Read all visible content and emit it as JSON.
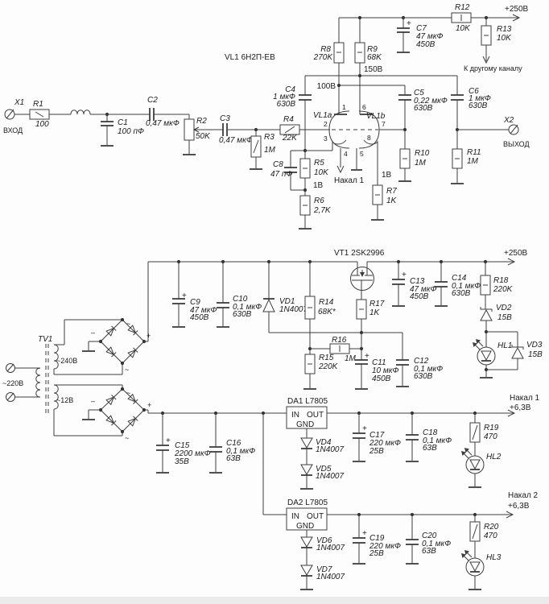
{
  "io": {
    "x1": "X1",
    "x1_caption": "ВХОД",
    "x2": "X2",
    "x2_caption": "ВЫХОД"
  },
  "tube": {
    "name": "VL1 6Н2П-ЕВ",
    "a": "VL1a",
    "b": "VL1b",
    "p1": "1",
    "p2": "2",
    "p3": "3",
    "p4": "4",
    "p5": "5",
    "p6": "6",
    "p7": "7",
    "p8": "8"
  },
  "power": {
    "plus250_top": "+250В",
    "plus250_mid": "+250В",
    "to_other_channel": "К другому каналу",
    "v100": "100В",
    "v150": "150В",
    "v1_left": "1В",
    "v1_right": "1В",
    "heater1_arrow": "Накал 1",
    "heater1": "Накал 1",
    "heater1_v": "+6,3В",
    "heater2": "Накал 2",
    "heater2_v": "+6,3В"
  },
  "transformer": {
    "name": "TV1",
    "primary": "~220В",
    "secondary1": "~240В",
    "secondary2": "~12В"
  },
  "marks": {
    "plus": "+",
    "minus": "–",
    "ac": "~"
  },
  "fet": {
    "name": "VT1 2SK2996"
  },
  "regulators": {
    "da1": {
      "name": "DA1 L7805",
      "pin_in": "IN",
      "pin_out": "OUT",
      "pin_gnd": "GND"
    },
    "da2": {
      "name": "DA2 L7805",
      "pin_in": "IN",
      "pin_out": "OUT",
      "pin_gnd": "GND"
    }
  },
  "leds": {
    "hl1": "HL1",
    "hl2": "HL2",
    "hl3": "HL3"
  },
  "resistors": {
    "r1": {
      "n": "R1",
      "v": "100"
    },
    "r2": {
      "n": "R2",
      "v": "50K"
    },
    "r3": {
      "n": "R3",
      "v": "1M"
    },
    "r4": {
      "n": "R4",
      "v": "22K"
    },
    "r5": {
      "n": "R5",
      "v": "10K"
    },
    "r6": {
      "n": "R6",
      "v": "2,7K"
    },
    "r7": {
      "n": "R7",
      "v": "1K"
    },
    "r8": {
      "n": "R8",
      "v": "270K"
    },
    "r9": {
      "n": "R9",
      "v": "68K"
    },
    "r10": {
      "n": "R10",
      "v": "1M"
    },
    "r11": {
      "n": "R11",
      "v": "1M"
    },
    "r12": {
      "n": "R12",
      "v": "10K"
    },
    "r13": {
      "n": "R13",
      "v": "10K"
    },
    "r14": {
      "n": "R14",
      "v": "68K*"
    },
    "r15": {
      "n": "R15",
      "v": "220K"
    },
    "r16": {
      "n": "R16",
      "v": "1M"
    },
    "r17": {
      "n": "R17",
      "v": "1K"
    },
    "r18": {
      "n": "R18",
      "v": "220K"
    },
    "r19": {
      "n": "R19",
      "v": "470"
    },
    "r20": {
      "n": "R20",
      "v": "470"
    }
  },
  "capacitors": {
    "c1": {
      "n": "C1",
      "v1": "100 пФ",
      "v2": ""
    },
    "c2": {
      "n": "C2",
      "v1": "0,47 мкФ",
      "v2": ""
    },
    "c3": {
      "n": "C3",
      "v1": "0,47 мкФ",
      "v2": ""
    },
    "c4": {
      "n": "C4",
      "v1": "1 мкФ",
      "v2": "630В"
    },
    "c5": {
      "n": "C5",
      "v1": "0,22 мкФ",
      "v2": "630В"
    },
    "c6": {
      "n": "C6",
      "v1": "1 мкФ",
      "v2": "630В"
    },
    "c7": {
      "n": "C7",
      "v1": "47 мкФ",
      "v2": "450В"
    },
    "c8": {
      "n": "C8",
      "v1": "47 пФ",
      "v2": ""
    },
    "c9": {
      "n": "C9",
      "v1": "47 мкФ",
      "v2": "450В"
    },
    "c10": {
      "n": "C10",
      "v1": "0,1 мкФ",
      "v2": "630В"
    },
    "c11": {
      "n": "C11",
      "v1": "10 мкФ",
      "v2": "450В"
    },
    "c12": {
      "n": "C12",
      "v1": "0,1 мкФ",
      "v2": "630В"
    },
    "c13": {
      "n": "C13",
      "v1": "47 мкФ",
      "v2": "450В"
    },
    "c14": {
      "n": "C14",
      "v1": "0,1 мкФ",
      "v2": "630В"
    },
    "c15": {
      "n": "C15",
      "v1": "2200 мкФ",
      "v2": "35В"
    },
    "c16": {
      "n": "C16",
      "v1": "0,1 мкФ",
      "v2": "63В"
    },
    "c17": {
      "n": "C17",
      "v1": "220 мкФ",
      "v2": "25В"
    },
    "c18": {
      "n": "C18",
      "v1": "0,1 мкФ",
      "v2": "63В"
    },
    "c19": {
      "n": "C19",
      "v1": "220 мкФ",
      "v2": "25В"
    },
    "c20": {
      "n": "C20",
      "v1": "0,1 мкФ",
      "v2": "63В"
    }
  },
  "diodes": {
    "vd1": {
      "n": "VD1",
      "v": "1N4007"
    },
    "vd2": {
      "n": "VD2",
      "v": "15В"
    },
    "vd3": {
      "n": "VD3",
      "v": "15В"
    },
    "vd4": {
      "n": "VD4",
      "v": "1N4007"
    },
    "vd5": {
      "n": "VD5",
      "v": "1N4007"
    },
    "vd6": {
      "n": "VD6",
      "v": "1N4007"
    },
    "vd7": {
      "n": "VD7",
      "v": "1N4007"
    }
  }
}
